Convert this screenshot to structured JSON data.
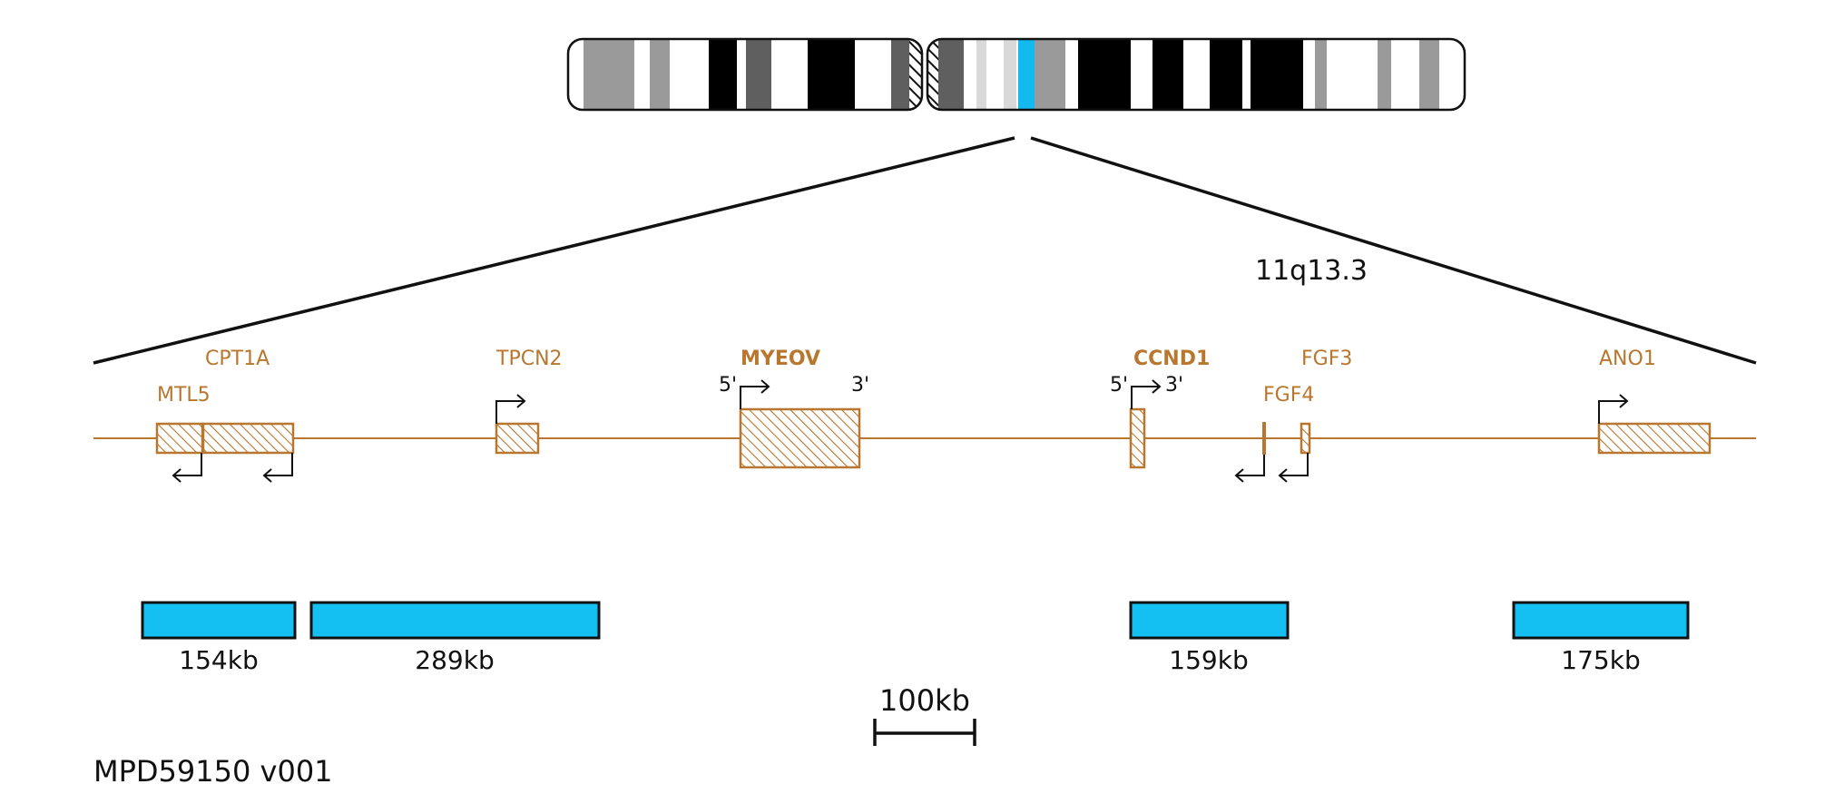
{
  "band_label": "11q13.3",
  "genes": {
    "cpt1a": "CPT1A",
    "mtl5": "MTL5",
    "tpcn2": "TPCN2",
    "myeov": "MYEOV",
    "ccnd1": "CCND1",
    "fgf3": "FGF3",
    "fgf4": "FGF4",
    "ano1": "ANO1"
  },
  "end_labels": {
    "myeov_5prime": "5'",
    "myeov_3prime": "3'",
    "ccnd1_5prime": "5'",
    "ccnd1_3prime": "3'"
  },
  "probes": [
    {
      "label": "154kb"
    },
    {
      "label": "289kb"
    },
    {
      "label": "159kb"
    },
    {
      "label": "175kb"
    }
  ],
  "scale_bar": {
    "label": "100kb"
  },
  "product_code": "MPD59150 v001",
  "colors": {
    "gene": "#b8772e",
    "probe": "#14c0f2",
    "highlight_band": "#14b9ef"
  }
}
